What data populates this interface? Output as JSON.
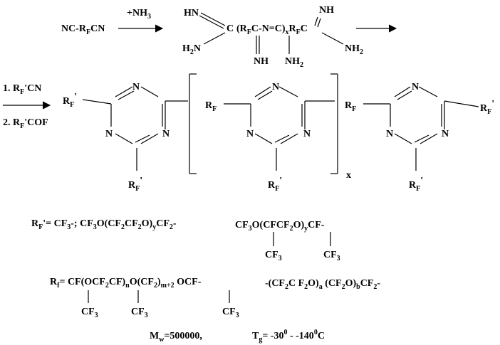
{
  "diagram": {
    "step1": {
      "reactant": "NC-R",
      "reactant_sub": "F",
      "reactant_tail": "CN",
      "reagent": "+NH",
      "reagent_sub": "3"
    },
    "intermediate": {
      "hn": "HN",
      "c_left": "C",
      "h2n": "H",
      "h2n_sub": "2",
      "h2n_tail": "N",
      "chain_open": "(R",
      "chain_sub_f": "F",
      "chain_mid": "C-N=C)",
      "chain_sub_x": "x",
      "chain_r": "R",
      "chain_sub_f2": "F",
      "chain_c": "C",
      "nh_top": "NH",
      "nh2_right": "NH",
      "nh2_right_sub": "2",
      "nh_bottom": "NH",
      "nh2_mid": "NH",
      "nh2_mid_sub": "2"
    },
    "step2": {
      "line1_num": "1. R",
      "line1_sub": "F",
      "line1_tail": "'CN",
      "line2_num": "2. R",
      "line2_sub": "F",
      "line2_tail": "'COF"
    },
    "triazines": {
      "n_label": "N",
      "rf_prime": "R",
      "rf_sub": "F",
      "rf_mark": "'",
      "rf": "R",
      "repeat_index": "x"
    },
    "definitions": {
      "rf_prime_line": {
        "lhs": "R",
        "lhs_sub": "F",
        "lhs_tail": "'= CF",
        "lhs_sub2": "3",
        "lhs_tail2": "-;  CF",
        "lhs_sub3": "3",
        "p1": "O(CF",
        "p1_sub": "2",
        "p2": "CF",
        "p2_sub": "2",
        "p3": "O)",
        "p3_sub": "y",
        "p4": "CF",
        "p4_sub": "2",
        "p5": "-",
        "alt": "CF",
        "alt_sub": "3",
        "alt2": "O(CFCF",
        "alt2_sub": "2",
        "alt3": "O)",
        "alt3_sub": "y",
        "alt4": "CF-",
        "branch": "CF",
        "branch_sub": "3"
      },
      "rf_line": {
        "lhs": "R",
        "lhs_sub": "f",
        "eq": "= CF(OCF",
        "eq_sub": "2",
        "q1": "CF)",
        "q1_sub": "n",
        "q2": "O(CF",
        "q2_sub": "2",
        "q3": ")",
        "q3_sub": "m+2",
        "q4": "OCF-",
        "branch": "CF",
        "branch_sub": "3",
        "alt": "-(CF",
        "alt_sub": "2",
        "alt2": "C F",
        "alt2_sub": "2",
        "alt3": "O)",
        "alt3_sub": "a",
        "alt4": "(CF",
        "alt4_sub": "2",
        "alt5": "O)",
        "alt5_sub": "b",
        "alt6": "CF",
        "alt6_sub": "2",
        "alt7": "-"
      }
    },
    "properties": {
      "mw": "M",
      "mw_sub": "w",
      "mw_val": "=500000,",
      "tg": "T",
      "tg_sub": "g",
      "tg_val": "= -30",
      "tg_sup": "0",
      "tg_val2": " - -140",
      "tg_sup2": "0",
      "tg_unit": "C"
    }
  }
}
